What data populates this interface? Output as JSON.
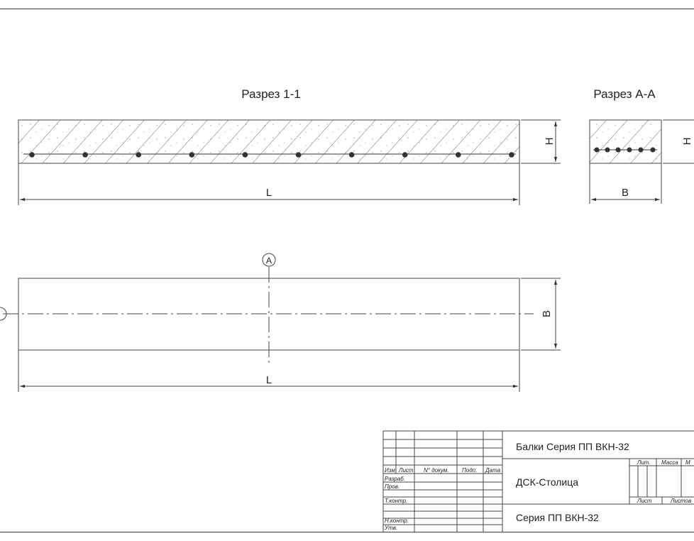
{
  "sections": {
    "section_1_1": {
      "title": "Разрез 1-1",
      "dim_length": "L",
      "dim_height": "H"
    },
    "section_a_a": {
      "title": "Разрез А-А",
      "dim_width": "B",
      "dim_height": "H"
    }
  },
  "plan": {
    "axis_marker": "A",
    "dim_length": "L",
    "dim_width": "B"
  },
  "title_block": {
    "header": {
      "izm": "Изм",
      "list": "Лист",
      "doc_no": "N° докум.",
      "sign": "Подп.",
      "date": "Дата"
    },
    "roles": [
      "Разраб.",
      "Пров.",
      "Т.контр.",
      "",
      "Н.контр.",
      "Утв."
    ],
    "designation": "Балки Серия ПП ВКН-32",
    "organization": "ДСК-Столица",
    "product_name": "Серия ПП ВКН-32",
    "cols": {
      "lit": "Лит.",
      "mass": "Масса",
      "scale": "М",
      "sheet": "Лист",
      "sheets": "Листов"
    }
  }
}
